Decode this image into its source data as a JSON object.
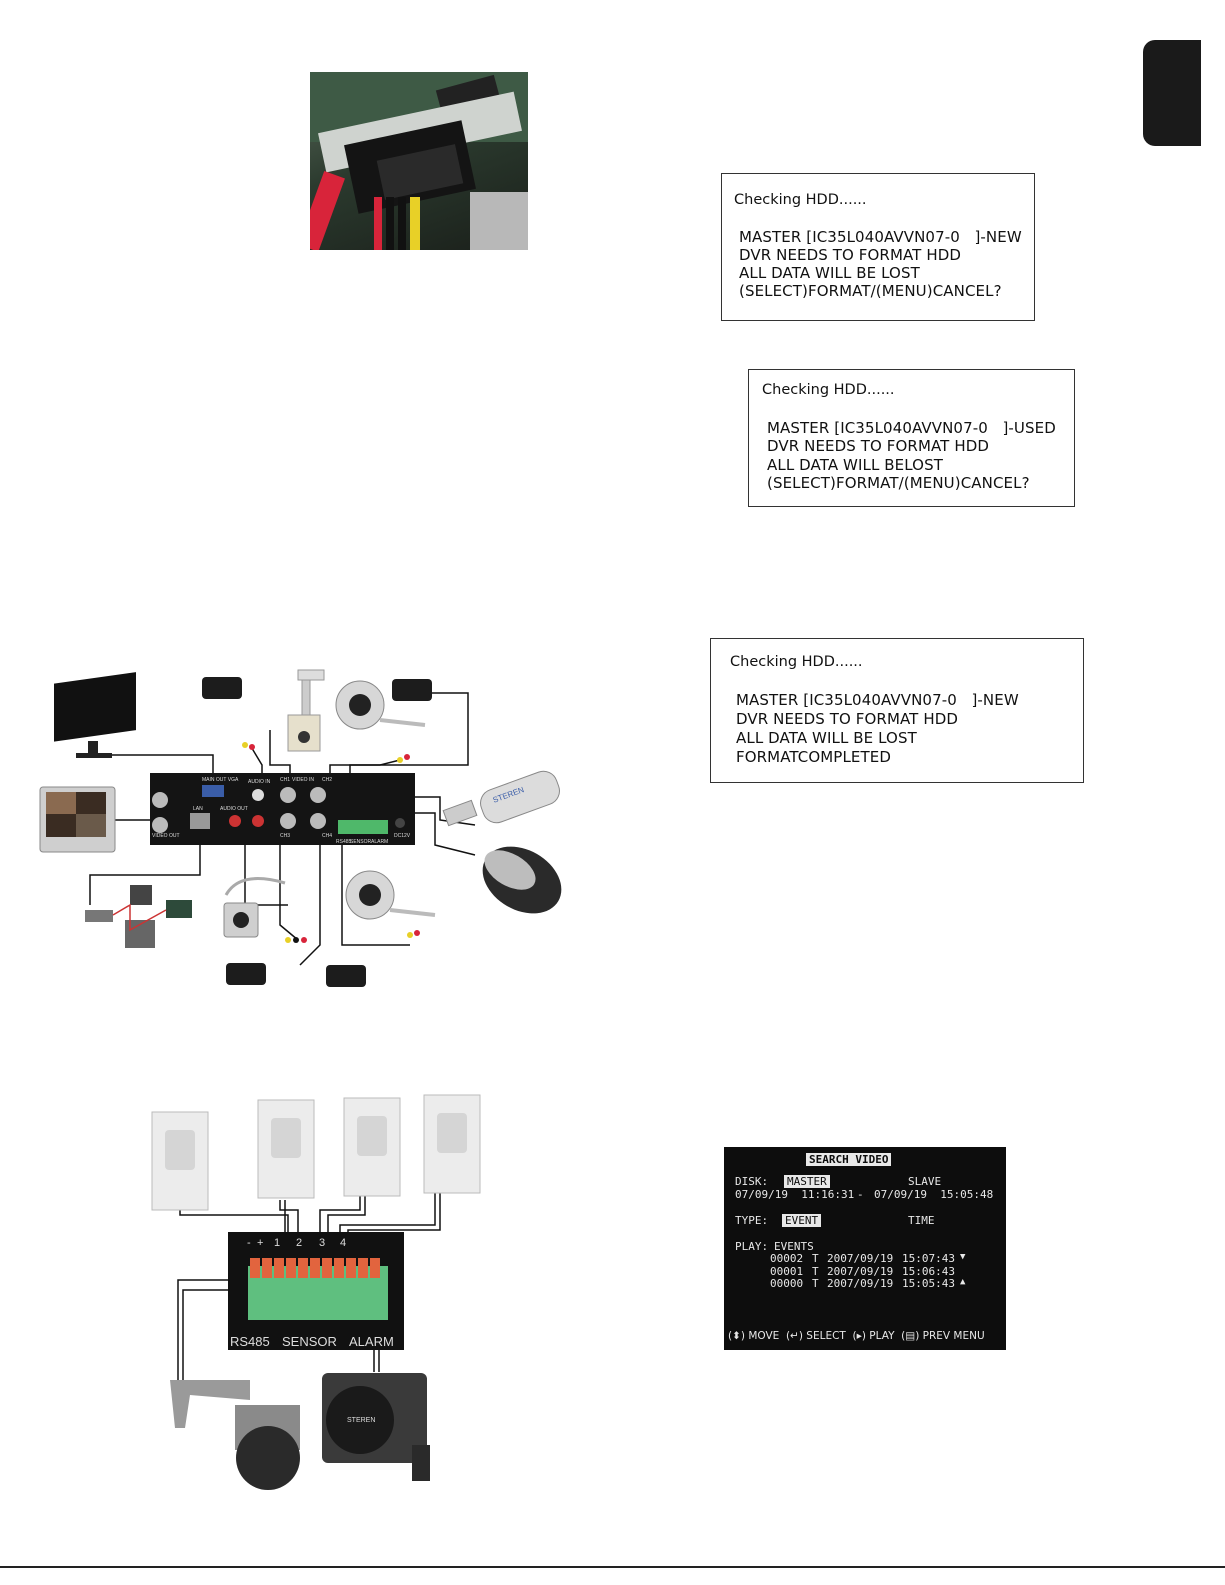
{
  "hdd_boxes": [
    {
      "title": "Checking HDD......",
      "lines": [
        "MASTER [IC35L040AVVN07-0   ]-NEW",
        "DVR NEEDS TO FORMAT HDD",
        "ALL DATA WILL BE LOST",
        "(SELECT)FORMAT/(MENU)CANCEL?"
      ]
    },
    {
      "title": "Checking HDD......",
      "lines": [
        "MASTER [IC35L040AVVN07-0   ]-USED",
        "DVR NEEDS TO FORMAT HDD",
        "ALL DATA WILL BELOST",
        "(SELECT)FORMAT/(MENU)CANCEL?"
      ]
    },
    {
      "title": "Checking HDD......",
      "lines": [
        "MASTER [IC35L040AVVN07-0   ]-NEW",
        "DVR NEEDS TO FORMAT HDD",
        "ALL DATA WILL BE LOST",
        "FORMATCOMPLETED"
      ]
    }
  ],
  "search_video": {
    "header": "SEARCH VIDEO",
    "disk_label": "DISK:",
    "disk_value": "MASTER",
    "slave_label": "SLAVE",
    "range_start": "07/09/19  11:16:31",
    "range_sep": "-",
    "range_end": "07/09/19  15:05:48",
    "type_label": "TYPE:",
    "type_value": "EVENT",
    "time_label": "TIME",
    "play_label": "PLAY:",
    "events_label": "EVENTS",
    "events": [
      {
        "id": "00002",
        "flag": "T",
        "date": "2007/09/19",
        "time": "15:07:43",
        "arrow": "▼"
      },
      {
        "id": "00001",
        "flag": "T",
        "date": "2007/09/19",
        "time": "15:06:43",
        "arrow": ""
      },
      {
        "id": "00000",
        "flag": "T",
        "date": "2007/09/19",
        "time": "15:05:43",
        "arrow": "▲"
      }
    ],
    "footer": "(⬍) MOVE  (↵) SELECT  (▸) PLAY  (▤) PREV MENU"
  },
  "dvr_panel": {
    "main_out_vga": "MAIN OUT VGA",
    "audio_in": "AUDIO IN",
    "video_in": "VIDEO IN",
    "ch1": "CH1",
    "ch2": "CH2",
    "ch3": "CH3",
    "ch4": "CH4",
    "lan": "LAN",
    "audio_out": "AUDIO OUT",
    "video_out": "VIDEO OUT",
    "rs485": "RS485",
    "sensor": "SENSOR",
    "alarm": "ALARM",
    "dc12v": "DC12V"
  },
  "usb_brand": "STEREN",
  "terminal": {
    "top_labels": [
      "-",
      "+",
      "1",
      "2",
      "3",
      "4"
    ],
    "bottom_labels": [
      "RS485",
      "SENSOR",
      "ALARM"
    ]
  },
  "siren_brand": "STEREN",
  "colors": {
    "terminal_green": "#5fbf7f",
    "terminal_orange": "#e2643e",
    "edge_tab": "#1a1a1a"
  }
}
